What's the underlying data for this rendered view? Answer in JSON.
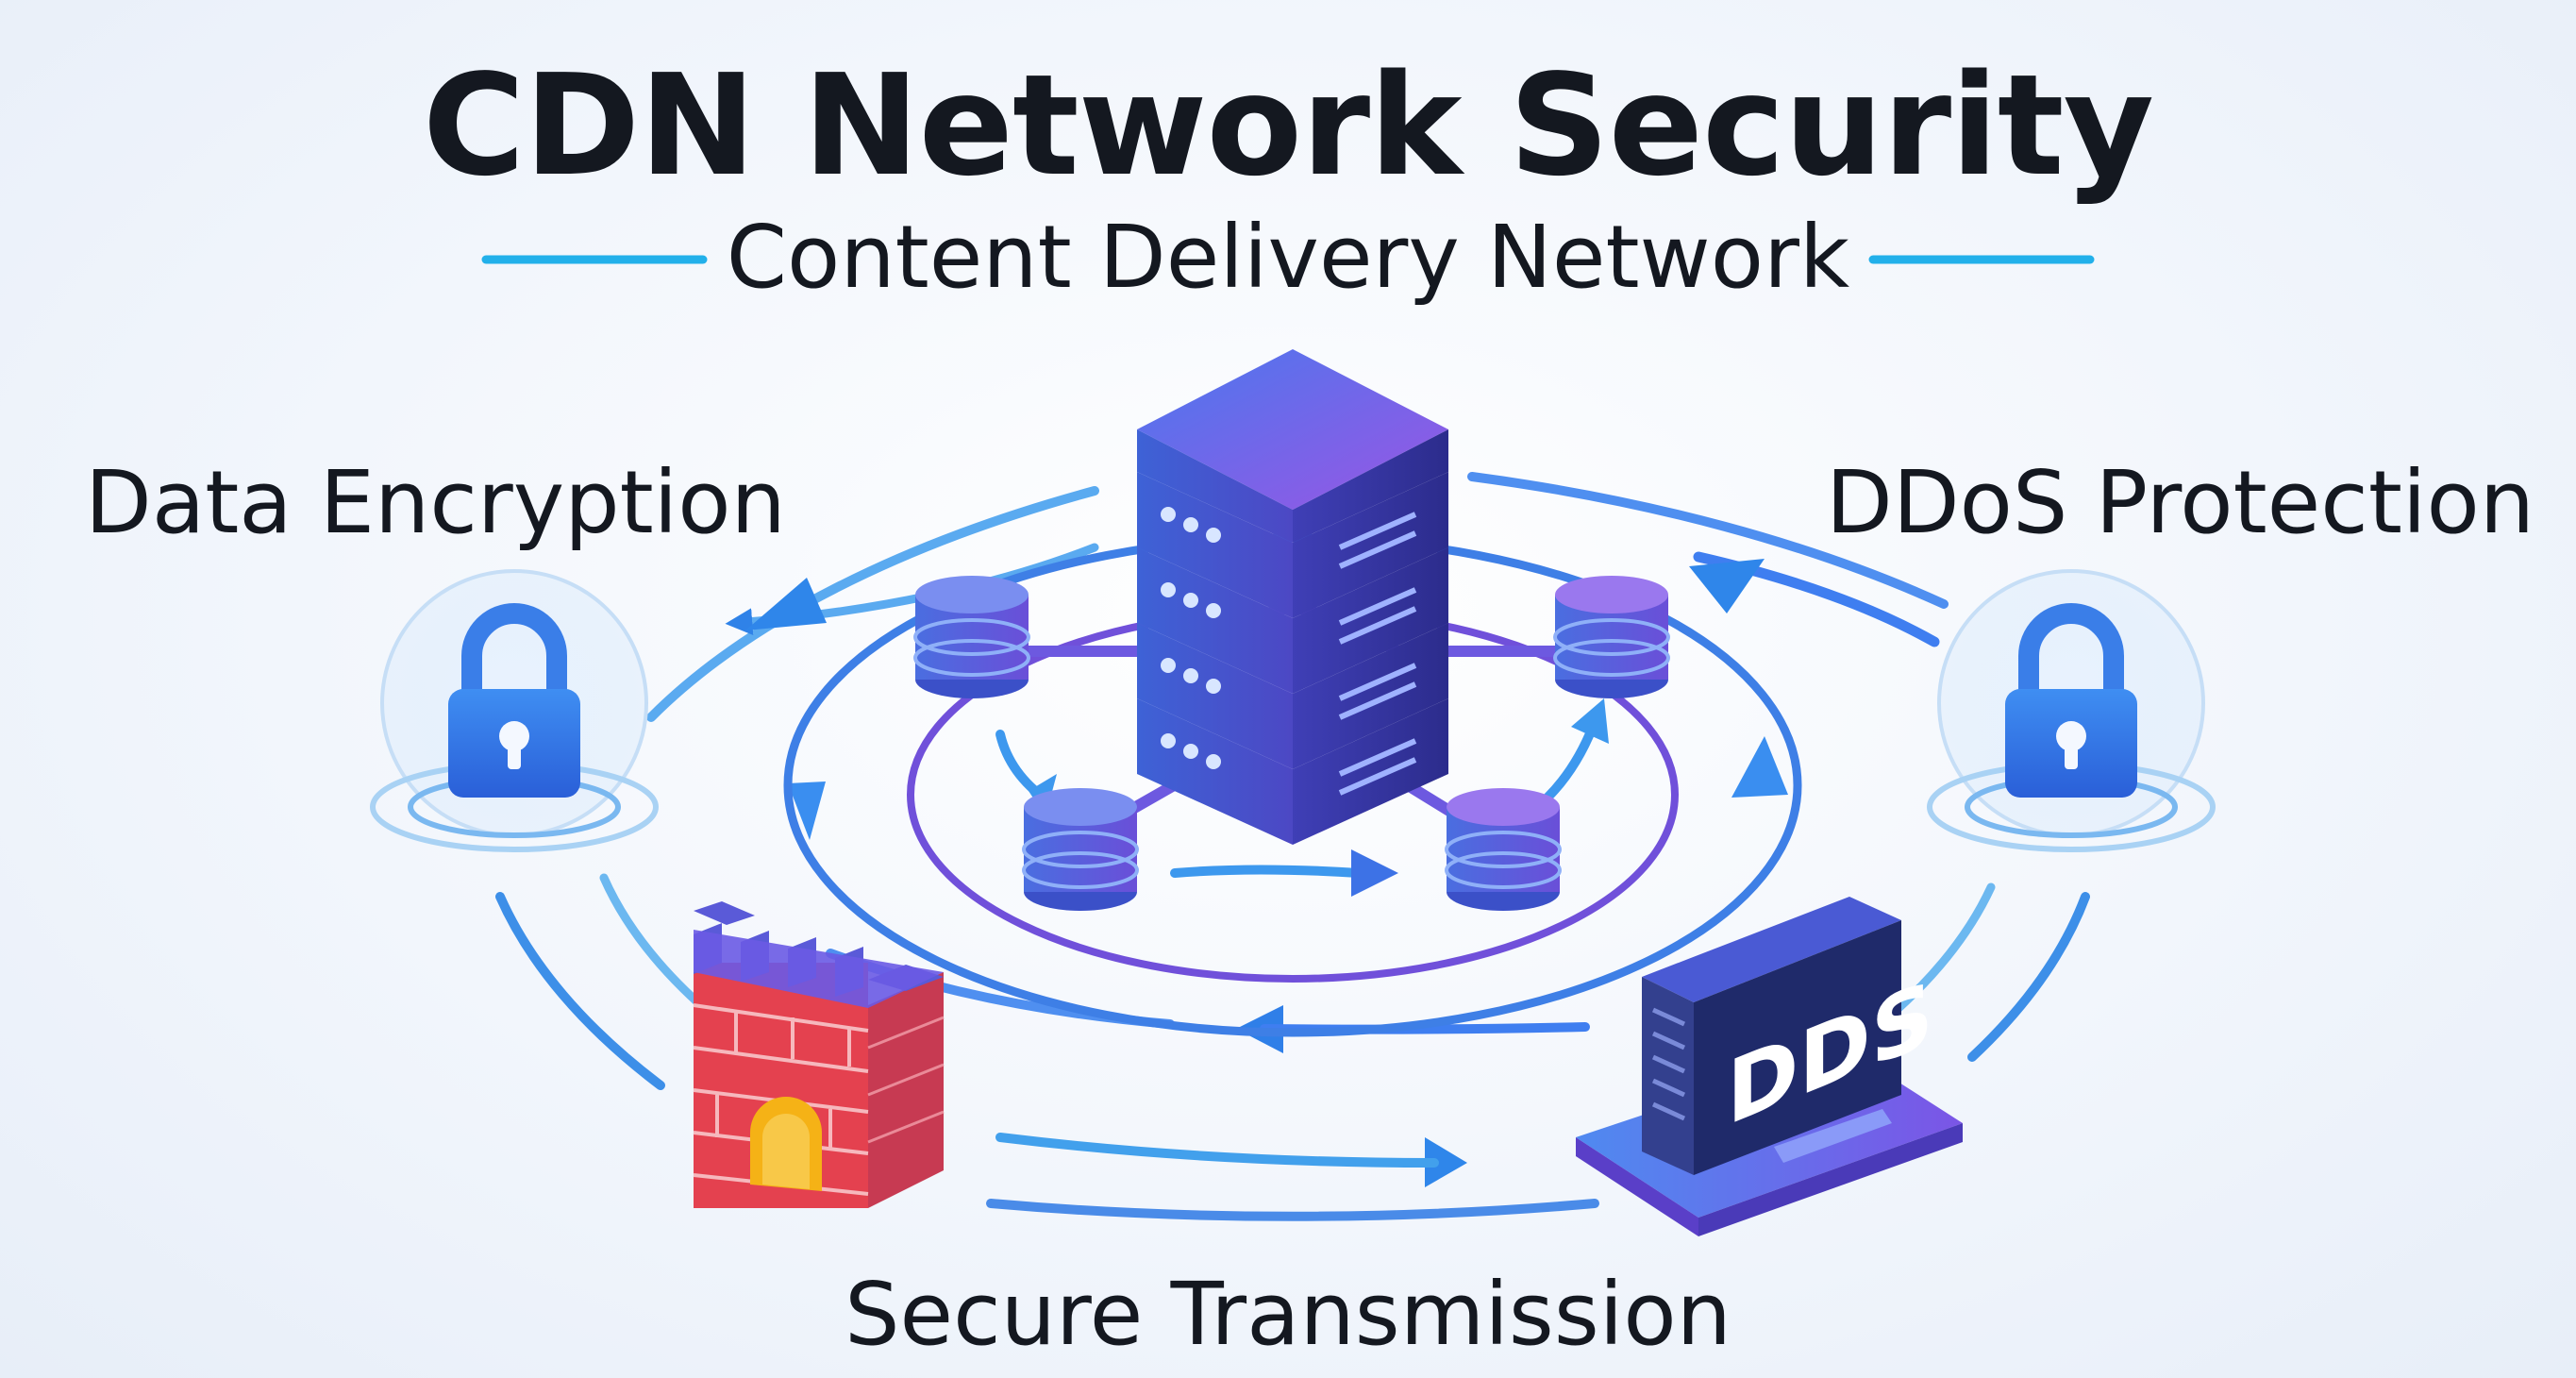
{
  "header": {
    "title": "CDN Network Security",
    "subtitle": "Content Delivery Network"
  },
  "labels": {
    "data_encryption": "Data Encryption",
    "ddos_protection": "DDoS Protection",
    "secure_transmission": "Secure Transmission"
  },
  "ddos_device": {
    "text": "DDS"
  },
  "icons": {
    "left_lock": "padlock-icon",
    "right_lock": "padlock-icon",
    "firewall": "firewall-brick-icon",
    "server": "server-stack-icon",
    "ddos_device": "ddos-appliance-icon"
  },
  "colors": {
    "accent_blue": "#2a7fe8",
    "accent_cyan": "#28b4ec",
    "accent_purple": "#7b4fe0",
    "server_top": "#6e62e8",
    "brick_red": "#e4414f",
    "gate_yellow": "#f5b216",
    "text": "#141820"
  }
}
